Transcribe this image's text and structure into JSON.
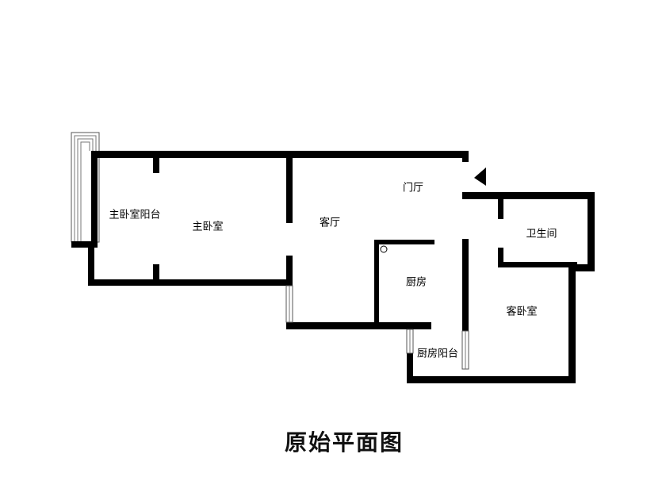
{
  "rooms": {
    "master_balcony": "主卧室阳台",
    "master_bedroom": "主卧室",
    "living_room": "客厅",
    "foyer": "门厅",
    "bathroom": "卫生间",
    "kitchen": "厨房",
    "guest_bedroom": "客卧室",
    "kitchen_balcony": "厨房阳台"
  },
  "caption": "原始平面图"
}
